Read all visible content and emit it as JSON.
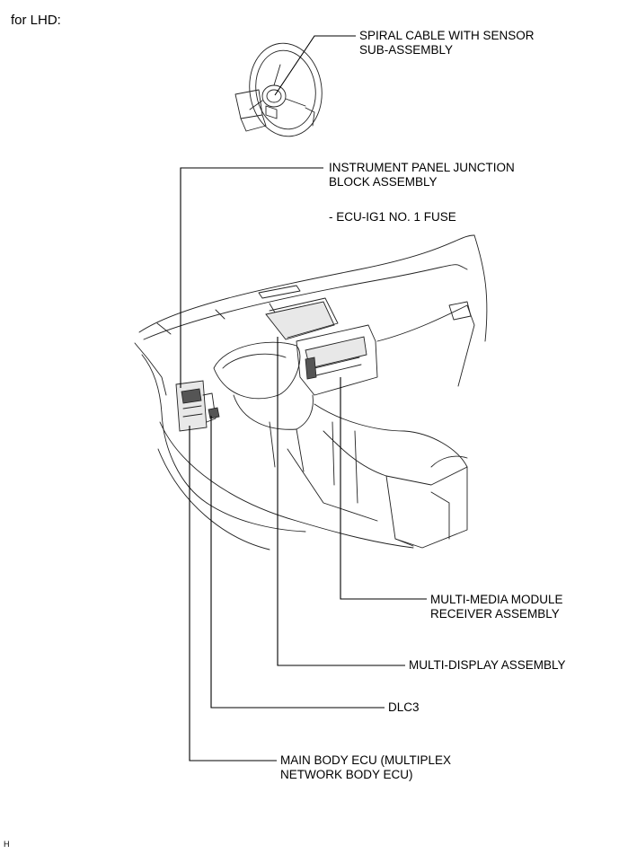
{
  "heading": "for LHD:",
  "corner_code": "H",
  "labels": {
    "spiral_cable_1": "SPIRAL CABLE WITH SENSOR",
    "spiral_cable_2": "SUB-ASSEMBLY",
    "ip_junction_1": "INSTRUMENT PANEL JUNCTION",
    "ip_junction_2": "BLOCK ASSEMBLY",
    "ip_junction_3": "- ECU-IG1 NO. 1 FUSE",
    "multimedia_1": "MULTI-MEDIA MODULE",
    "multimedia_2": "RECEIVER ASSEMBLY",
    "multidisplay": "MULTI-DISPLAY ASSEMBLY",
    "dlc3": "DLC3",
    "main_body_1": "MAIN BODY ECU (MULTIPLEX",
    "main_body_2": "NETWORK BODY ECU)"
  }
}
